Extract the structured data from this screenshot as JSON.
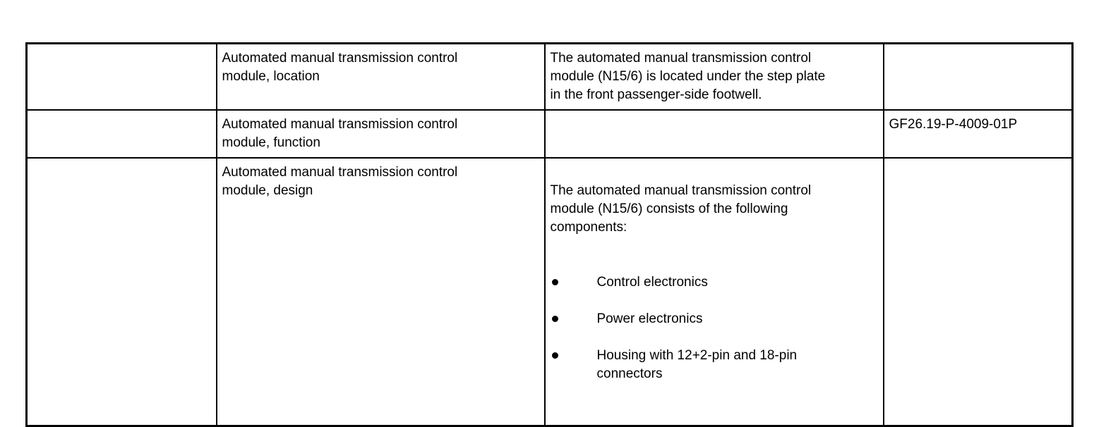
{
  "colors": {
    "background": "#ffffff",
    "border": "#000000",
    "text": "#000000"
  },
  "table": {
    "rows": [
      {
        "category": "",
        "topic": "Automated manual transmission control\nmodule, location",
        "description": "The automated manual transmission control\nmodule (N15/6) is located under the step plate\nin the front passenger-side footwell.",
        "reference": ""
      },
      {
        "category": "",
        "topic": "Automated manual transmission control\nmodule, function",
        "description": "",
        "reference": "GF26.19-P-4009-01P"
      },
      {
        "category": "",
        "topic": "Automated manual transmission control\nmodule, design",
        "description_intro": "The automated manual transmission control\nmodule (N15/6) consists of the following\ncomponents:",
        "bullet_items": [
          "Control electronics",
          "Power electronics",
          "Housing with 12+2-pin and 18-pin\nconnectors"
        ],
        "reference": ""
      }
    ]
  }
}
